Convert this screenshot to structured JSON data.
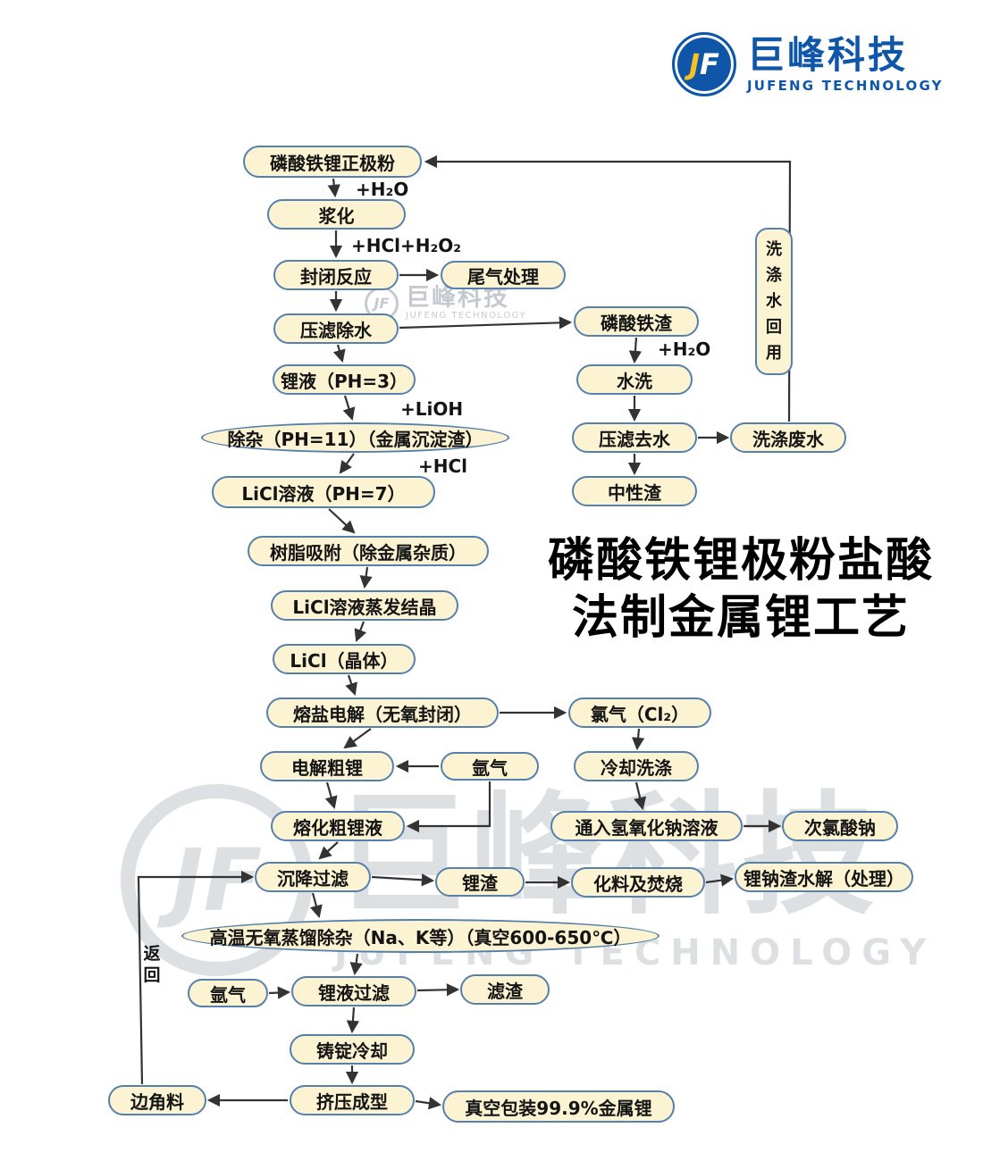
{
  "logo": {
    "monogram": "JF",
    "monogram_j": "J",
    "monogram_f": "F",
    "company": "巨峰科技",
    "company_en": "JUFENG TECHNOLOGY"
  },
  "watermark": {
    "monogram": "JF",
    "company": "巨峰科技",
    "company_en": "JUFENG TECHNOLOGY"
  },
  "title": {
    "line1": "磷酸铁锂极粉盐酸",
    "line2": "法制金属锂工艺"
  },
  "nodes": {
    "cathode_powder": "磷酸铁锂正极粉",
    "slurrying": "浆化",
    "closed_reaction": "封闭反应",
    "tail_gas": "尾气处理",
    "press_filter_dewater": "压滤除水",
    "iron_phosphate_residue": "磷酸铁渣",
    "lithium_solution_ph3": "锂液（PH=3）",
    "water_wash": "水洗",
    "impurity_removal": "除杂（PH=11）（金属沉淀渣）",
    "press_filter_water_removal": "压滤去水",
    "washing_wastewater": "洗涤废水",
    "licl_solution_ph7": "LiCl溶液（PH=7）",
    "neutral_residue": "中性渣",
    "resin_adsorption": "树脂吸附（除金属杂质）",
    "licl_evaporation": "LiCl溶液蒸发结晶",
    "licl_crystal": "LiCl（晶体）",
    "molten_salt_electrolysis": "熔盐电解（无氧封闭）",
    "chlorine_gas": "氯气（Cl₂）",
    "crude_lithium": "电解粗锂",
    "argon_1": "氩气",
    "cooling_washing": "冷却洗涤",
    "melted_crude_lithium": "熔化粗锂液",
    "naoh_solution": "通入氢氧化钠溶液",
    "sodium_hypochlorite": "次氯酸钠",
    "settling_filtration": "沉降过滤",
    "lithium_residue": "锂渣",
    "incineration": "化料及焚烧",
    "li_na_residue_hydrolysis": "锂钠渣水解（处理）",
    "distillation": "高温无氧蒸馏除杂（Na、K等）（真空600-650℃）",
    "argon_2": "氩气",
    "lithium_filtration": "锂液过滤",
    "filter_residue": "滤渣",
    "ingot_cooling": "铸锭冷却",
    "extrusion": "挤压成型",
    "vacuum_packaging": "真空包装99.9%金属锂",
    "scraps": "边角料",
    "washing_water_reuse": "洗涤水回用"
  },
  "edge_labels": {
    "water_1": "+H₂O",
    "hcl_h2o2": "+HCl+H₂O₂",
    "lioh": "+LiOH",
    "hcl": "+HCl",
    "water_2": "+H₂O",
    "return": "返回"
  },
  "colors": {
    "node_fill": "#FCF3D3",
    "node_border": "#5580AC",
    "arrow": "#333333",
    "logo_blue": "#0F55A8",
    "title_text": "#000000"
  }
}
